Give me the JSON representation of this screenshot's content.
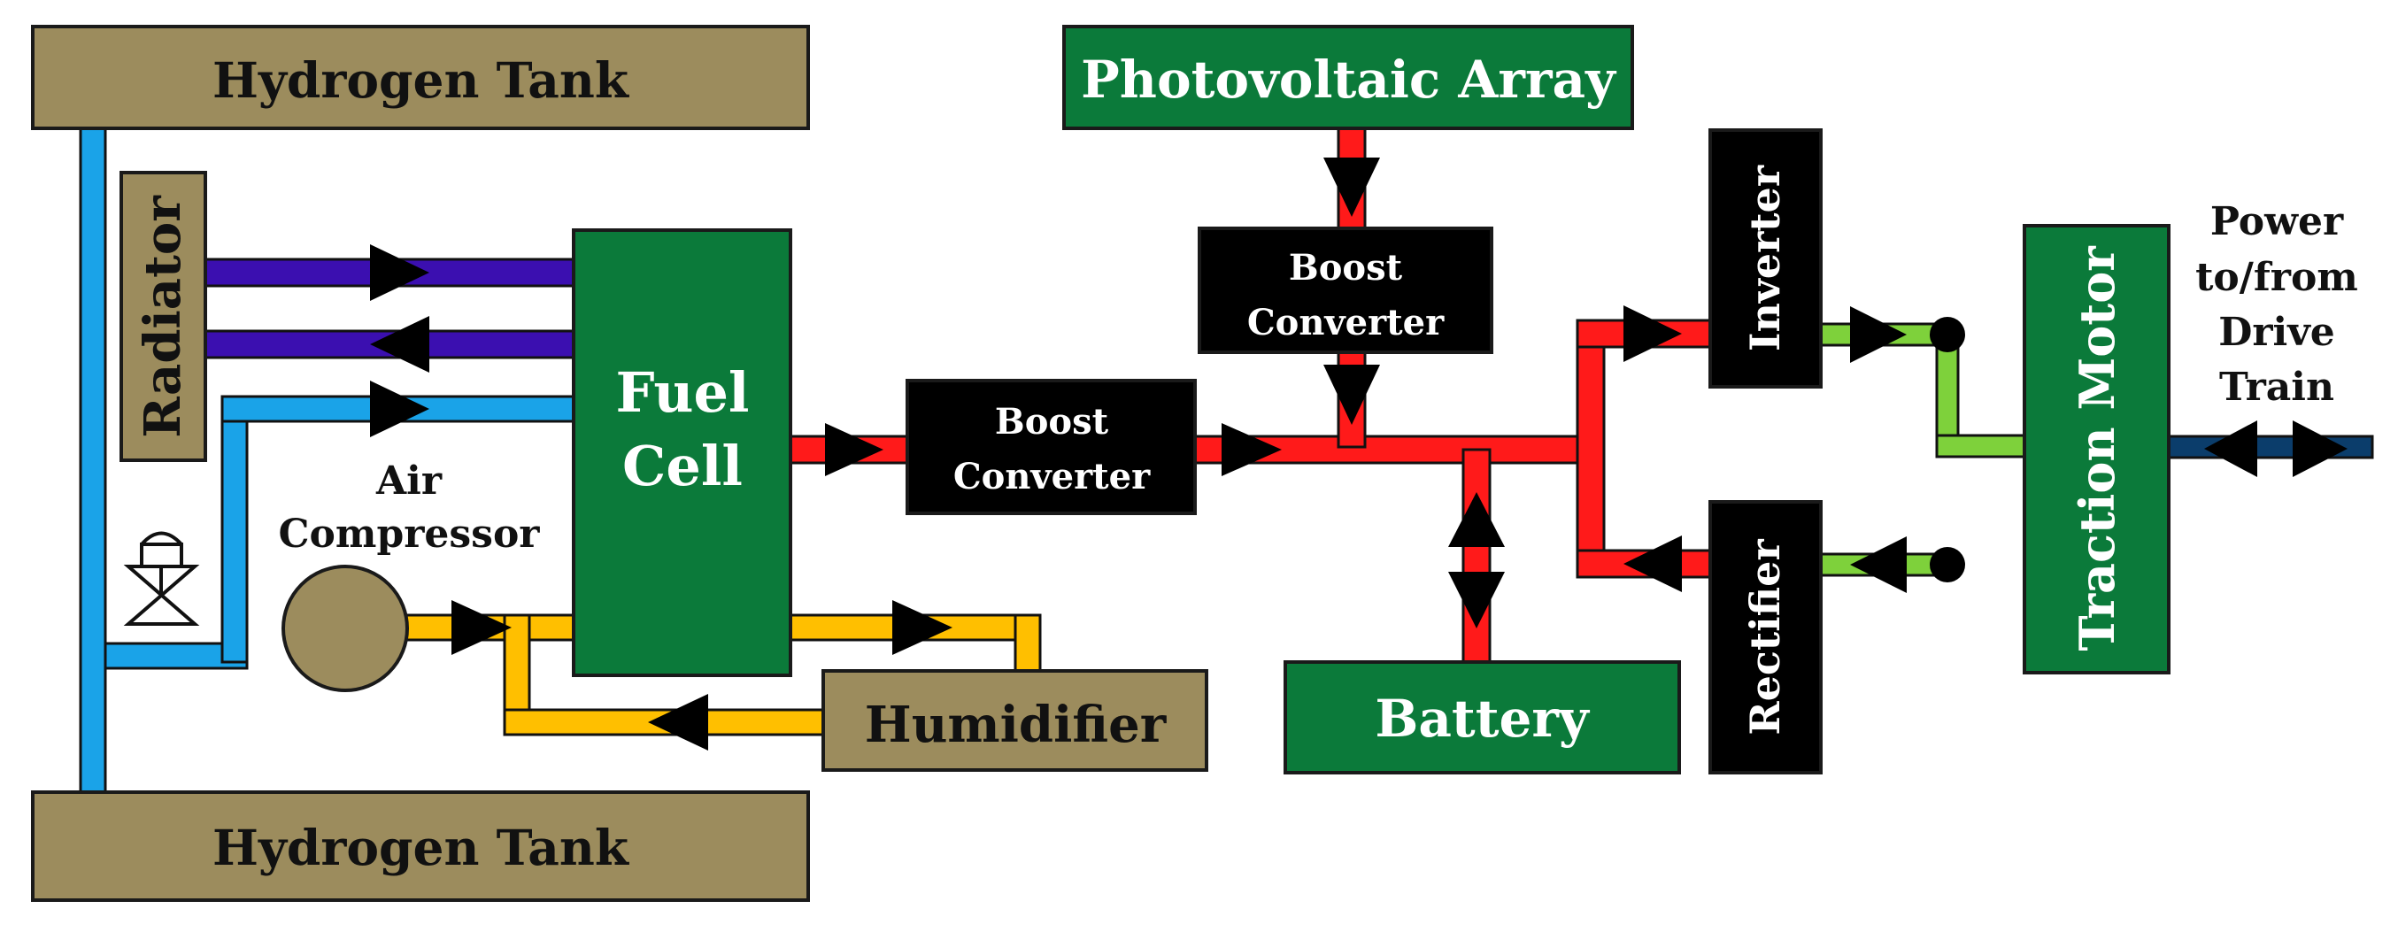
{
  "colors": {
    "tank": "#9c8c5d",
    "green_block": "#0b7a3a",
    "black_block": "#000000",
    "hydrogen_line": "#1aa3e8",
    "coolant_line": "#3b0fb0",
    "air_line": "#ffbf00",
    "electric_line": "#ff1a1a",
    "ac_line": "#7ed13b",
    "drive_line": "#0b3d6b",
    "text_dark": "#111111",
    "text_light": "#ffffff"
  },
  "labels": {
    "hydrogen_tank_top": "Hydrogen Tank",
    "hydrogen_tank_bottom": "Hydrogen Tank",
    "radiator": "Radiator",
    "fuel_cell_line1": "Fuel",
    "fuel_cell_line2": "Cell",
    "air_compressor_line1": "Air",
    "air_compressor_line2": "Compressor",
    "humidifier": "Humidifier",
    "photovoltaic_array": "Photovoltaic Array",
    "boost_converter_top_line1": "Boost",
    "boost_converter_top_line2": "Converter",
    "boost_converter_mid_line1": "Boost",
    "boost_converter_mid_line2": "Converter",
    "battery": "Battery",
    "inverter": "Inverter",
    "rectifier": "Rectifier",
    "traction_motor": "Traction Motor",
    "drive_train_line1": "Power",
    "drive_train_line2": "to/from",
    "drive_train_line3": "Drive",
    "drive_train_line4": "Train"
  },
  "icons": {
    "valve": "valve-icon",
    "arrow": "triangle-arrow-icon",
    "terminal": "terminal-dot-icon"
  }
}
